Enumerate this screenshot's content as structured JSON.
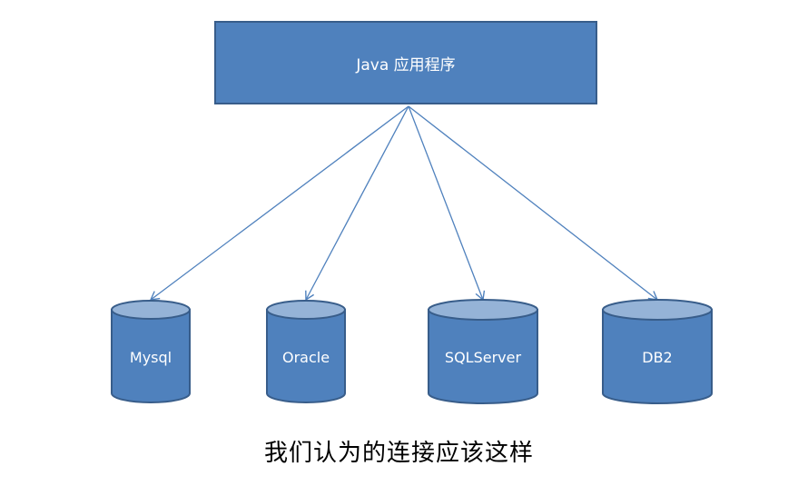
{
  "app": {
    "label": "Java 应用程序"
  },
  "databases": [
    {
      "label": "Mysql"
    },
    {
      "label": "Oracle"
    },
    {
      "label": "SQLServer"
    },
    {
      "label": "DB2"
    }
  ],
  "caption": "我们认为的连接应该这样",
  "colors": {
    "box_fill": "#4f81bd",
    "box_border": "#385d8a",
    "db_top": "#95b3d7",
    "arrow": "#4f81bd",
    "label_text": "#ffffff",
    "caption_text": "#000000"
  }
}
